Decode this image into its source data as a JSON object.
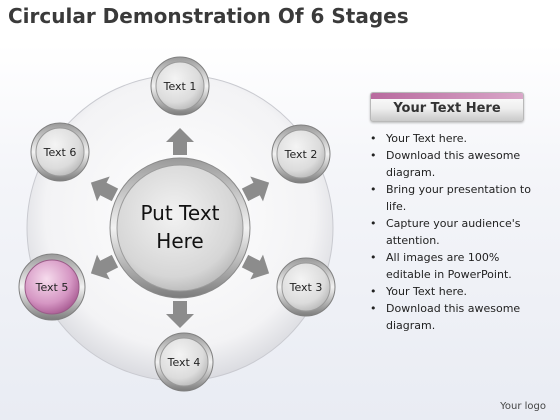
{
  "page": {
    "title": "Circular Demonstration Of 6 Stages",
    "footer_logo": "Your logo"
  },
  "diagram": {
    "center_line1": "Put Text",
    "center_line2": "Here",
    "nodes": [
      {
        "label": "Text 1",
        "highlight": false
      },
      {
        "label": "Text 2",
        "highlight": false
      },
      {
        "label": "Text 3",
        "highlight": false
      },
      {
        "label": "Text 4",
        "highlight": false
      },
      {
        "label": "Text 5",
        "highlight": true
      },
      {
        "label": "Text 6",
        "highlight": false
      }
    ],
    "colors": {
      "node_fill": "#e4e4e4",
      "highlight_fill": "#d79bc7",
      "arrow": "#8c8c8c",
      "ring": "#f0f0f2"
    }
  },
  "sidebar": {
    "header": "Your Text Here",
    "bullets": [
      "Your Text here.",
      "Download this awesome diagram.",
      "Bring your presentation to life.",
      "Capture your audience's attention.",
      "All images are 100% editable in PowerPoint.",
      "Your Text here.",
      "Download this awesome diagram."
    ]
  }
}
